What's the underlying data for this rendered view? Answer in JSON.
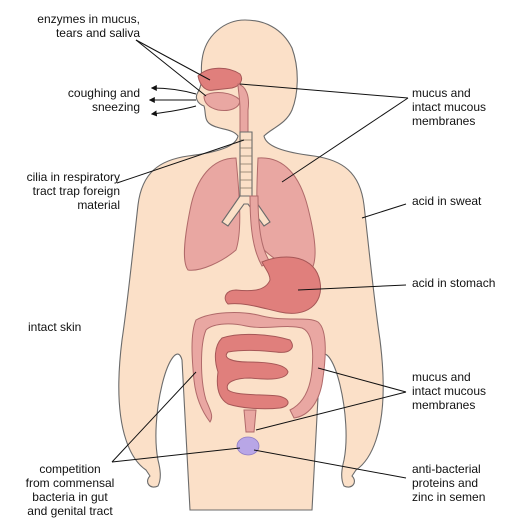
{
  "labels": {
    "enzymes": "enzymes in mucus,\ntears and saliva",
    "coughing": "coughing and\nsneezing",
    "cilia": "cilia in respiratory\ntract trap foreign\nmaterial",
    "intact_skin": "intact skin",
    "competition": "competition\nfrom commensal\nbacteria in gut\nand genital tract",
    "mucus_top": "mucus and\nintact mucous\nmembranes",
    "acid_sweat": "acid in sweat",
    "acid_stomach": "acid in stomach",
    "mucus_bottom": "mucus and\nintact mucous\nmembranes",
    "antibacterial": "anti-bacterial\nproteins and\nzinc in semen"
  },
  "colors": {
    "skin": "#fbe0c8",
    "organ": "#e9a7a2",
    "organ_dark": "#e07f7c",
    "semen_highlight": "#b8a6e6",
    "outline": "#6b6b6b"
  }
}
